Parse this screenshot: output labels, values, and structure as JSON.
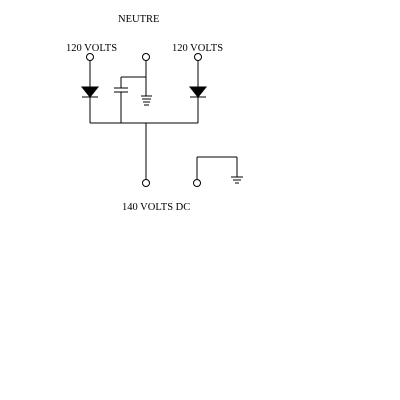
{
  "labels": {
    "neutral": "NEUTRE",
    "input_left": "120 VOLTS",
    "input_right": "120 VOLTS",
    "output": "140 VOLTS DC"
  }
}
